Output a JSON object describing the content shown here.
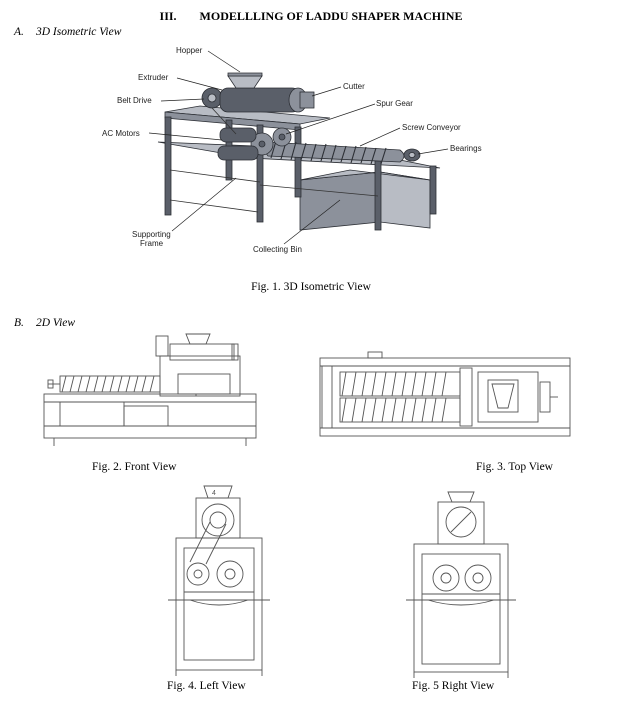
{
  "section": {
    "number": "III.",
    "title": "MODELLLING OF LADDU SHAPER MACHINE"
  },
  "subsections": [
    {
      "letter": "A.",
      "title": "3D Isometric View"
    },
    {
      "letter": "B.",
      "title": "2D View"
    }
  ],
  "figure1": {
    "caption": "Fig. 1. 3D Isometric View",
    "labels": {
      "hopper": "Hopper",
      "extruder": "Extruder",
      "cutter": "Cutter",
      "belt_drive": "Belt Drive",
      "spur_gear": "Spur Gear",
      "screw_conveyor": "Screw Conveyor",
      "ac_motors": "AC Motors",
      "bearings": "Bearings",
      "supporting_frame_line1": "Supporting",
      "supporting_frame_line2": "Frame",
      "collecting_bin": "Collecting Bin"
    }
  },
  "figure2": {
    "caption": "Fig. 2. Front View"
  },
  "figure3": {
    "caption": "Fig. 3. Top View"
  },
  "figure4": {
    "caption": "Fig. 4. Left View"
  },
  "figure5": {
    "caption": "Fig. 5 Right View"
  }
}
